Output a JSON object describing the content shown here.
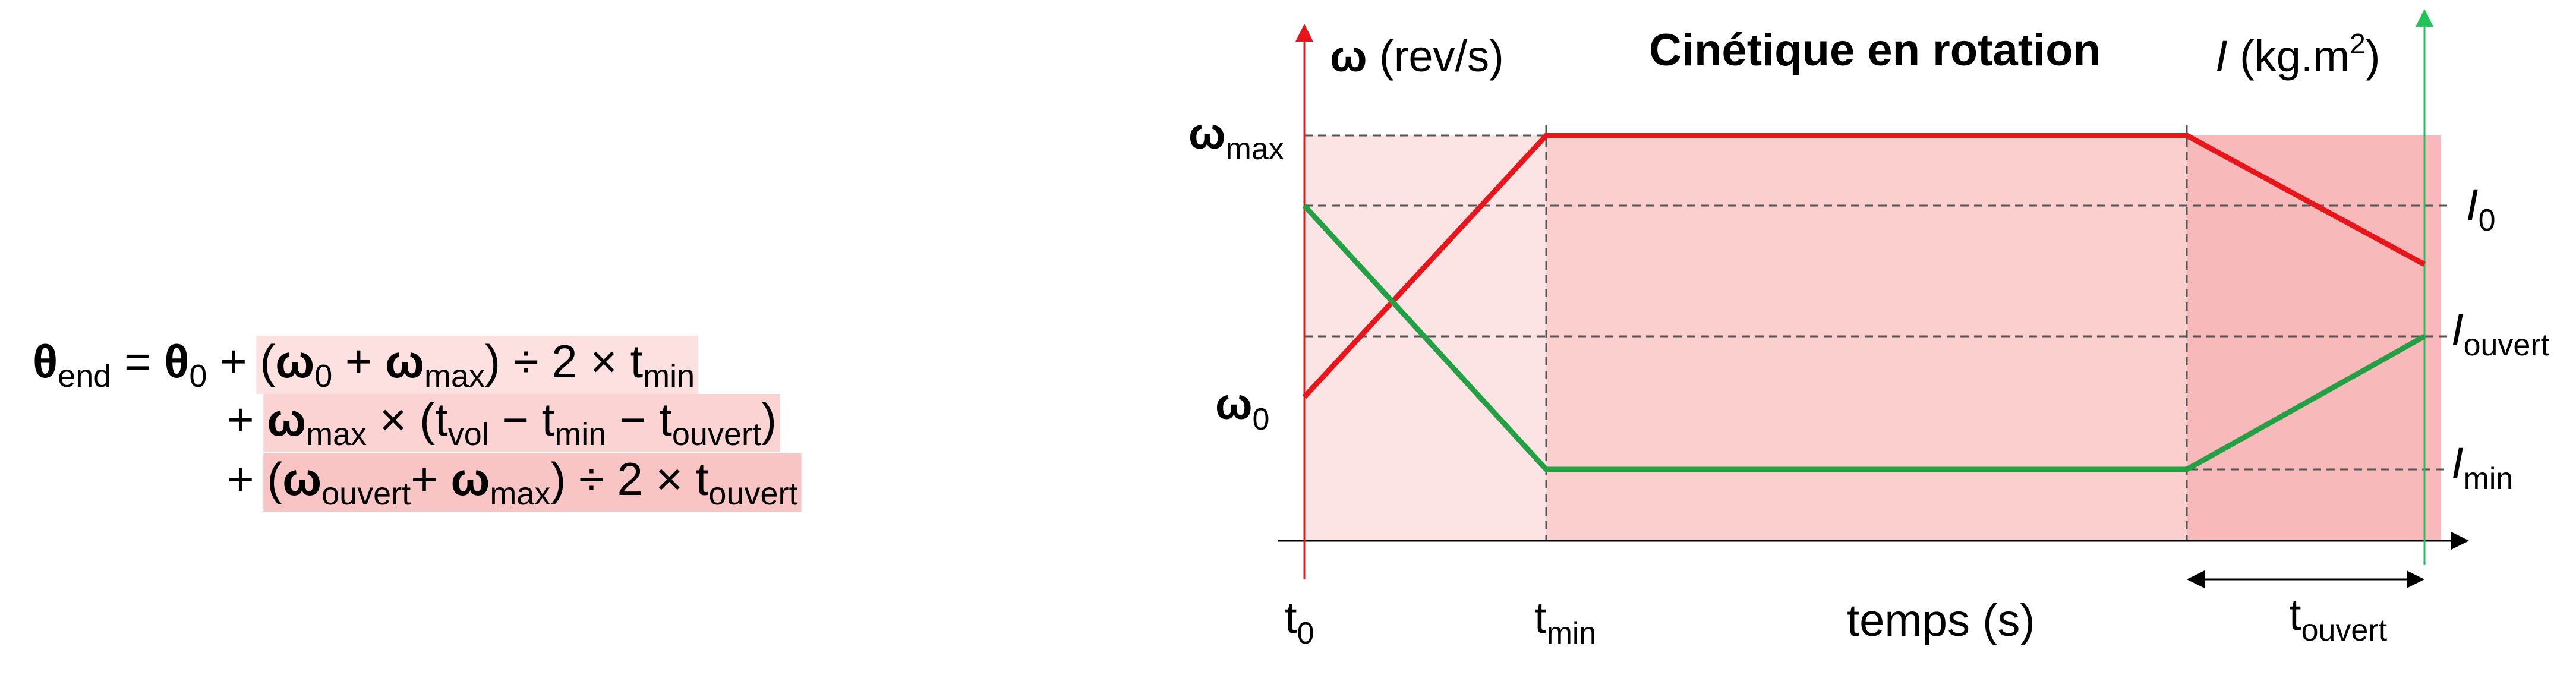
{
  "formula": {
    "line1": [
      {
        "t": "θ",
        "b": true
      },
      {
        "t": "end",
        "sub": true
      },
      {
        "t": " = "
      },
      {
        "t": "θ",
        "b": true
      },
      {
        "t": "0",
        "sub": true
      },
      {
        "t": " + "
      },
      {
        "t": "(",
        "hl": 1
      },
      {
        "t": "ω",
        "b": true,
        "hl": 1
      },
      {
        "t": "0",
        "sub": true,
        "hl": 1
      },
      {
        "t": " + ",
        "hl": 1
      },
      {
        "t": "ω",
        "b": true,
        "hl": 1
      },
      {
        "t": "max",
        "sub": true,
        "hl": 1
      },
      {
        "t": ") ÷ 2 × t",
        "hl": 1
      },
      {
        "t": "min",
        "sub": true,
        "hl": 1
      }
    ],
    "line2": [
      {
        "t": "+ "
      },
      {
        "t": "ω",
        "b": true,
        "hl": 2
      },
      {
        "t": "max",
        "sub": true,
        "hl": 2
      },
      {
        "t": " × (t",
        "hl": 2
      },
      {
        "t": "vol",
        "sub": true,
        "hl": 2
      },
      {
        "t": " − t",
        "hl": 2
      },
      {
        "t": "min",
        "sub": true,
        "hl": 2
      },
      {
        "t": " − t",
        "hl": 2
      },
      {
        "t": "ouvert",
        "sub": true,
        "hl": 2
      },
      {
        "t": ")",
        "hl": 2
      }
    ],
    "line3": [
      {
        "t": "+ "
      },
      {
        "t": "(",
        "hl": 3
      },
      {
        "t": "ω",
        "b": true,
        "hl": 3
      },
      {
        "t": "ouvert",
        "sub": true,
        "hl": 3
      },
      {
        "t": "+ ",
        "hl": 3
      },
      {
        "t": "ω",
        "b": true,
        "hl": 3
      },
      {
        "t": "max",
        "sub": true,
        "hl": 3
      },
      {
        "t": ") ÷ 2 × t",
        "hl": 3
      },
      {
        "t": "ouvert",
        "sub": true,
        "hl": 3
      }
    ]
  },
  "diagram": {
    "title": "Cinétique en rotation",
    "left_axis": {
      "symbol": "ω",
      "unit": " (rev/s)"
    },
    "right_axis": {
      "symbol": "I",
      "unit_pre": " (kg.m",
      "unit_sup": "2",
      "unit_post": ")"
    },
    "x_axis_label": "temps (s)",
    "y_labels": {
      "omega_max": {
        "main": "ω",
        "sub": "max"
      },
      "omega_0": {
        "main": "ω",
        "sub": "0"
      }
    },
    "i_labels": {
      "i0": {
        "main": "I",
        "sub": "0"
      },
      "i_ouvert": {
        "main": "I",
        "sub": "ouvert"
      },
      "i_min": {
        "main": "I",
        "sub": "min"
      }
    },
    "x_labels": {
      "t0": {
        "main": "t",
        "sub": "0"
      },
      "tmin": {
        "main": "t",
        "sub": "min"
      },
      "touvert": {
        "main": "t",
        "sub": "ouvert"
      }
    },
    "colors": {
      "omega": "#e8161b",
      "inertia": "#22a043",
      "left_axis": "#e8161b",
      "right_axis": "#22c15a",
      "phase1_fill": "#fde4e4",
      "phase2_fill": "#fccfcf",
      "phase3_fill": "#f7b9b9",
      "formula_hl1": "#fde0e0",
      "formula_hl2": "#fbd3d3",
      "formula_hl3": "#f9c4c4"
    }
  }
}
